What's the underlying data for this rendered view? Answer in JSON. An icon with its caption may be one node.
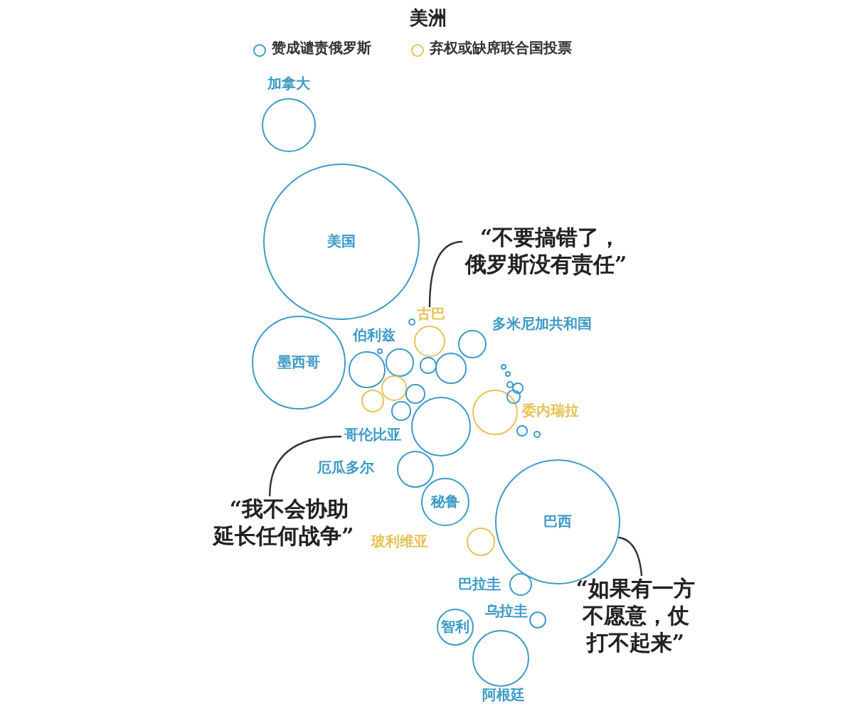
{
  "diagram": {
    "title": "美洲",
    "nodes": [
      {
        "text": [
          "加拿大"
        ]
      },
      {
        "text": [
          "美国"
        ]
      },
      {
        "text": [
          "“不要搞错了，俄罗斯没有责任”"
        ]
      },
      {
        "text": [
          "古巴"
        ]
      },
      {
        "text": [
          "多米尼加共和国"
        ]
      },
      {
        "text": [
          "伯利兹"
        ]
      },
      {
        "text": [
          "墨西哥"
        ]
      },
      {
        "text": [
          "委内瑞拉"
        ]
      },
      {
        "text": [
          "哥伦比亚"
        ]
      },
      {
        "text": [
          "“我不会协助延长任何战争”"
        ]
      },
      {
        "text": [
          "厄瓜多尔"
        ]
      },
      {
        "text": [
          "秘鲁"
        ]
      },
      {
        "text": [
          "巴西"
        ]
      },
      {
        "text": [
          "玻利维亚"
        ]
      },
      {
        "text": [
          "巴拉圭"
        ]
      },
      {
        "text": [
          "“如果有一方不愿意，仗打不起来”"
        ]
      },
      {
        "text": [
          "乌拉圭"
        ]
      },
      {
        "text": [
          "智利"
        ]
      },
      {
        "text": [
          "阿根廷"
        ]
      },
      {
        "text": [],
        "shape": "circle"
      },
      {
        "text": [],
        "shape": "circle"
      },
      {
        "text": [],
        "shape": "circle"
      },
      {
        "text": [],
        "shape": "circle"
      },
      {
        "text": [],
        "shape": "circle"
      },
      {
        "text": [],
        "shape": "circle"
      },
      {
        "text": [],
        "shape": "circle"
      },
      {
        "text": [],
        "shape": "circle"
      },
      {
        "text": [],
        "shape": "circle"
      },
      {
        "text": [],
        "shape": "circle"
      },
      {
        "text": [],
        "shape": "circle"
      },
      {
        "text": [],
        "shape": "circle"
      },
      {
        "text": [],
        "shape": "circle"
      },
      {
        "text": [],
        "shape": "circle"
      },
      {
        "text": [],
        "shape": "circle"
      },
      {
        "text": [],
        "shape": "circle"
      }
    ],
    "edges": [
      {
        "from": 2,
        "to": 3,
        "arrow": "none"
      },
      {
        "from": 9,
        "to": 8,
        "arrow": "none"
      },
      {
        "from": 15,
        "to": 12,
        "arrow": "none"
      }
    ],
    "legend": [
      {
        "text": "赞成谴责俄罗斯",
        "color": "#3d9bc7"
      },
      {
        "text": "弃权或缺席联合国投票",
        "color": "#e8c257"
      }
    ]
  }
}
